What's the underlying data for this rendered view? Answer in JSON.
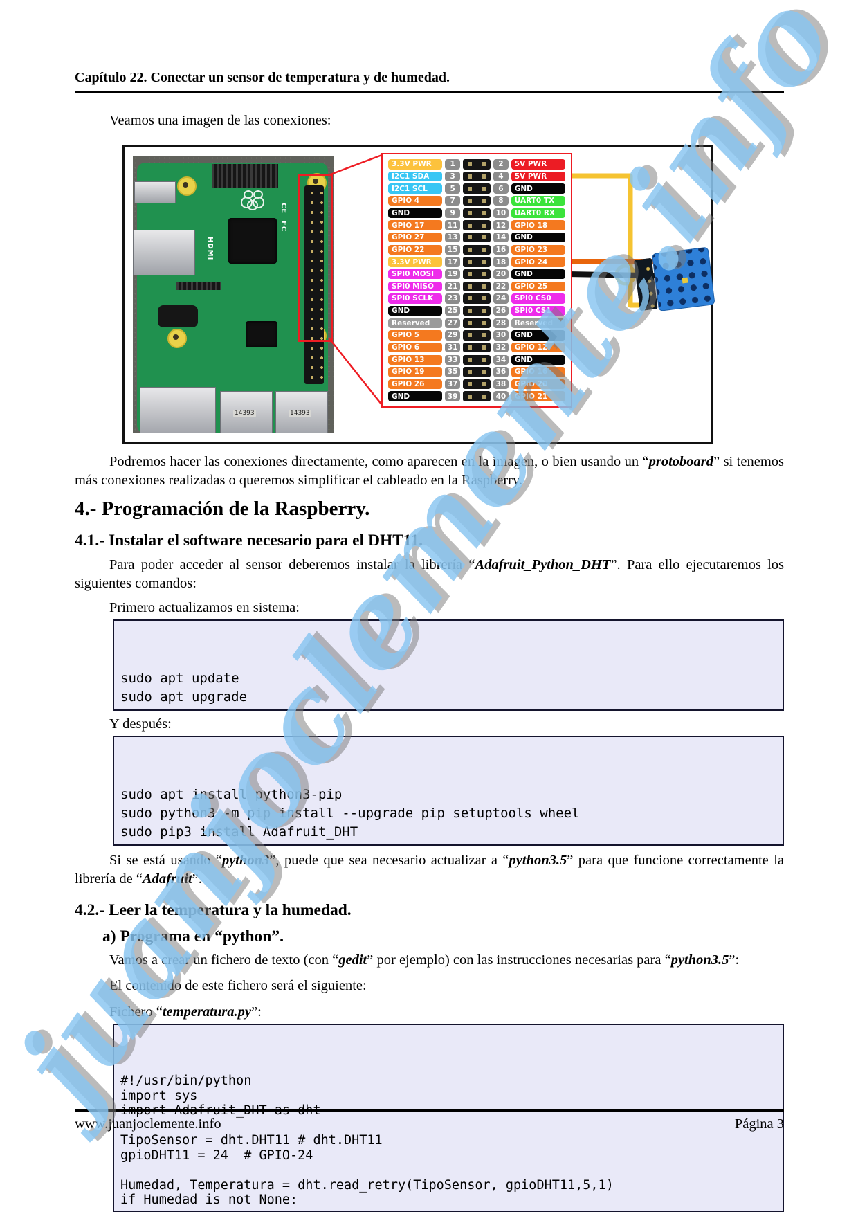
{
  "header": {
    "title": "Capítulo 22. Conectar un sensor de temperatura y de humedad."
  },
  "watermark": {
    "text": "juanjoclemente.info",
    "color": "#88c4f0"
  },
  "intro": {
    "text": "Veamos una imagen de las conexiones:"
  },
  "figure": {
    "board": {
      "hdmi_label": "HDMI",
      "ce_label": "CE",
      "fc_label": "FC",
      "usb_labels": [
        "14393",
        "14393"
      ]
    },
    "colors": {
      "pwr33": "#fcc23d",
      "pwr5": "#ec1c24",
      "i2c": "#38c6f4",
      "gpio": "#f4791f",
      "gnd": "#050505",
      "uart": "#3be33b",
      "spi": "#ee2cea",
      "rsv": "#9b9b9b",
      "num": "#8c8c8c",
      "wire_5v": "#f5c331",
      "wire_data": "#e8650c",
      "wire_gnd": "#111111",
      "callout_red": "#ee1c23"
    },
    "pinout": {
      "rows": [
        {
          "llabel": "3.3V PWR",
          "ltype": "pwr33",
          "lnum": "1",
          "rnum": "2",
          "rlabel": "5V PWR",
          "rtype": "pwr5"
        },
        {
          "llabel": "I2C1 SDA",
          "ltype": "i2c",
          "lnum": "3",
          "rnum": "4",
          "rlabel": "5V PWR",
          "rtype": "pwr5"
        },
        {
          "llabel": "I2C1 SCL",
          "ltype": "i2c",
          "lnum": "5",
          "rnum": "6",
          "rlabel": "GND",
          "rtype": "gnd"
        },
        {
          "llabel": "GPIO 4",
          "ltype": "gpio",
          "lnum": "7",
          "rnum": "8",
          "rlabel": "UART0 TX",
          "rtype": "uart"
        },
        {
          "llabel": "GND",
          "ltype": "gnd",
          "lnum": "9",
          "rnum": "10",
          "rlabel": "UART0 RX",
          "rtype": "uart"
        },
        {
          "llabel": "GPIO 17",
          "ltype": "gpio",
          "lnum": "11",
          "rnum": "12",
          "rlabel": "GPIO 18",
          "rtype": "gpio"
        },
        {
          "llabel": "GPIO 27",
          "ltype": "gpio",
          "lnum": "13",
          "rnum": "14",
          "rlabel": "GND",
          "rtype": "gnd"
        },
        {
          "llabel": "GPIO 22",
          "ltype": "gpio",
          "lnum": "15",
          "rnum": "16",
          "rlabel": "GPIO 23",
          "rtype": "gpio"
        },
        {
          "llabel": "3.3V PWR",
          "ltype": "pwr33",
          "lnum": "17",
          "rnum": "18",
          "rlabel": "GPIO 24",
          "rtype": "gpio"
        },
        {
          "llabel": "SPI0 MOSI",
          "ltype": "spi",
          "lnum": "19",
          "rnum": "20",
          "rlabel": "GND",
          "rtype": "gnd"
        },
        {
          "llabel": "SPI0 MISO",
          "ltype": "spi",
          "lnum": "21",
          "rnum": "22",
          "rlabel": "GPIO 25",
          "rtype": "gpio"
        },
        {
          "llabel": "SPI0 SCLK",
          "ltype": "spi",
          "lnum": "23",
          "rnum": "24",
          "rlabel": "SPI0 CS0",
          "rtype": "spi"
        },
        {
          "llabel": "GND",
          "ltype": "gnd",
          "lnum": "25",
          "rnum": "26",
          "rlabel": "SPI0 CS1",
          "rtype": "spi"
        },
        {
          "llabel": "Reserved",
          "ltype": "rsv",
          "lnum": "27",
          "rnum": "28",
          "rlabel": "Reserved",
          "rtype": "rsv"
        },
        {
          "llabel": "GPIO 5",
          "ltype": "gpio",
          "lnum": "29",
          "rnum": "30",
          "rlabel": "GND",
          "rtype": "gnd"
        },
        {
          "llabel": "GPIO 6",
          "ltype": "gpio",
          "lnum": "31",
          "rnum": "32",
          "rlabel": "GPIO 12",
          "rtype": "gpio"
        },
        {
          "llabel": "GPIO 13",
          "ltype": "gpio",
          "lnum": "33",
          "rnum": "34",
          "rlabel": "GND",
          "rtype": "gnd"
        },
        {
          "llabel": "GPIO 19",
          "ltype": "gpio",
          "lnum": "35",
          "rnum": "36",
          "rlabel": "GPIO 16",
          "rtype": "gpio"
        },
        {
          "llabel": "GPIO 26",
          "ltype": "gpio",
          "lnum": "37",
          "rnum": "38",
          "rlabel": "GPIO 20",
          "rtype": "gpio"
        },
        {
          "llabel": "GND",
          "ltype": "gnd",
          "lnum": "39",
          "rnum": "40",
          "rlabel": "GPIO 21",
          "rtype": "gpio"
        }
      ]
    }
  },
  "paragraphs": {
    "p1": {
      "a": "Podremos hacer las conexiones directamente, como aparecen en la imagen, o bien usando un “",
      "term": "protoboard",
      "b": "” si tenemos más conexiones realizadas o queremos simplificar el cableado en la Raspberry."
    },
    "p2": {
      "a": "Para poder acceder al sensor deberemos instalar la librería “",
      "term": "Adafruit_Python_DHT",
      "b": "”. Para ello ejecutaremos los siguientes comandos:"
    },
    "label_update": "Primero actualizamos en sistema:",
    "label_after": "Y después:",
    "p3": {
      "a": "Si se está usando “",
      "t1": "python3",
      "b": "”, puede que sea necesario actualizar a “",
      "t2": "python3.5",
      "c": "” para que funcione correctamente la librería de “",
      "t3": "Adafruit",
      "d": "”."
    },
    "p4": {
      "a": "Vamos a crear un fichero de texto (con “",
      "t1": "gedit",
      "b": "” por ejemplo) con las instrucciones necesarias para “",
      "t2": "python3.5",
      "c": "”:"
    },
    "p5": "El contenido de este fichero será el siguiente:",
    "p6": {
      "a": "Fichero “",
      "term": "temperatura.py",
      "b": "”:"
    }
  },
  "sections": {
    "h1": "4.- Programación de la Raspberry.",
    "h2a": "4.1.- Instalar el software necesario para el DHT11.",
    "h2b": "4.2.- Leer la temperatura y la humedad.",
    "h3": "a) Programa en “python”."
  },
  "code_blocks": {
    "update": [
      "sudo apt update",
      "sudo apt upgrade"
    ],
    "install": [
      "sudo apt install python3-pip",
      "sudo python3 -m pip install --upgrade pip setuptools wheel",
      "sudo pip3 install Adafruit_DHT"
    ],
    "python": [
      "#!/usr/bin/python",
      "import sys",
      "import Adafruit_DHT as dht",
      "",
      "TipoSensor = dht.DHT11 # dht.DHT11",
      "gpioDHT11 = 24  # GPIO-24",
      "",
      "Humedad, Temperatura = dht.read_retry(TipoSensor, gpioDHT11,5,1)",
      "if Humedad is not None:"
    ]
  },
  "footer": {
    "left": "www.juanjoclemente.info",
    "right": "Página 3"
  }
}
